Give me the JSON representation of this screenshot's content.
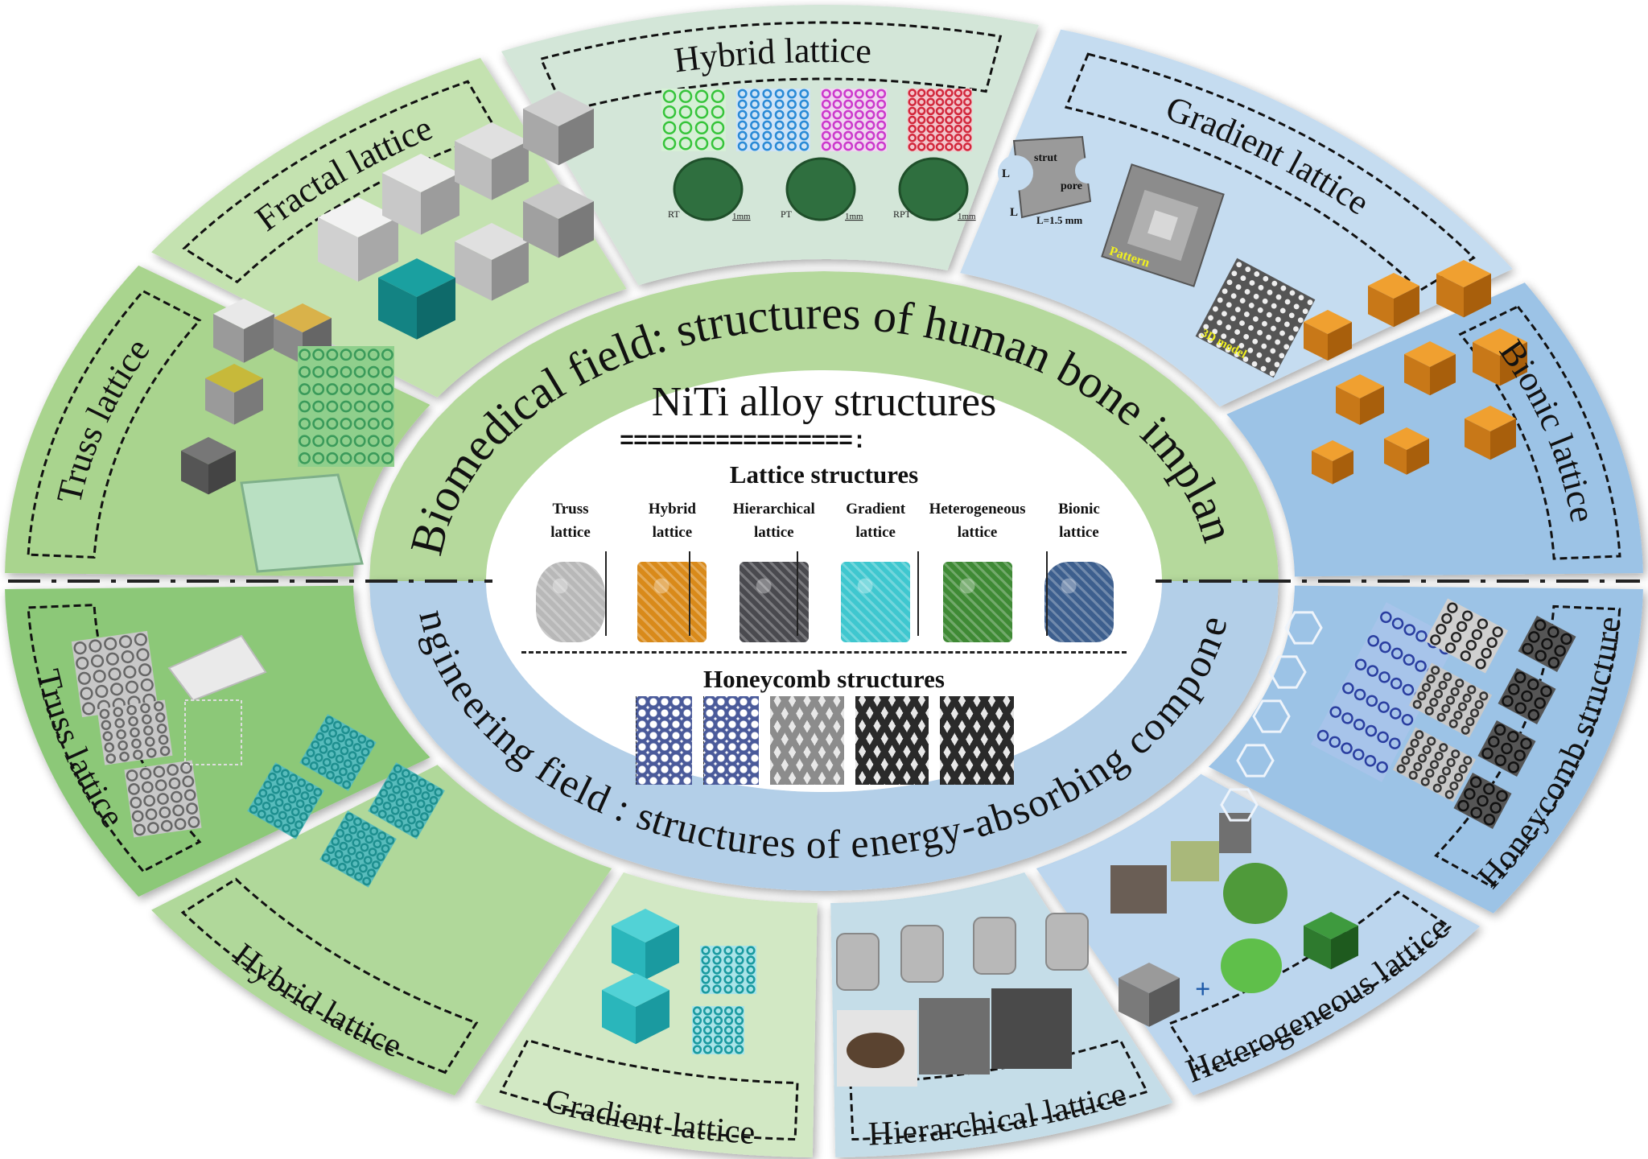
{
  "center": {
    "title": "NiTi alloy structures",
    "double_rule": "=================:",
    "lattice_heading": "Lattice structures",
    "lattice_types": [
      {
        "line1": "Truss",
        "line2": "lattice",
        "color": "#b8b8b8"
      },
      {
        "line1": "Hybrid",
        "line2": "lattice",
        "color": "#d98a1a"
      },
      {
        "line1": "Hierarchical",
        "line2": "lattice",
        "color": "#4a4a4f"
      },
      {
        "line1": "Gradient",
        "line2": "lattice",
        "color": "#3fc7cf"
      },
      {
        "line1": "Heterogeneous",
        "line2": "lattice",
        "color": "#3f8a35"
      },
      {
        "line1": "Bionic",
        "line2": "lattice",
        "color": "#3d5f8e"
      }
    ],
    "honeycomb_heading": "Honeycomb structures",
    "honeycomb_thumbs": [
      {
        "kind": "hex-column",
        "color": "#4a5a9a"
      },
      {
        "kind": "hex-column",
        "color": "#4a5a9a"
      },
      {
        "kind": "re-entrant",
        "color": "#8c8c8c"
      },
      {
        "kind": "re-entrant",
        "color": "#2a2a2a"
      },
      {
        "kind": "re-entrant",
        "color": "#2a2a2a"
      }
    ]
  },
  "bands": {
    "biomedical": {
      "label": "Biomedical field:  structures of human bone implant",
      "color": "#b5d99c"
    },
    "engineering": {
      "label": "Engineering field :  structures of energy-absorbing component",
      "color": "#b3cfe8"
    }
  },
  "outer_panels_top": [
    {
      "label": "Truss lattice",
      "color": "#a9d48e"
    },
    {
      "label": "Fractal lattice",
      "color": "#c4e2b0"
    },
    {
      "label": "Hybrid lattice",
      "color": "#d3e6d8"
    },
    {
      "label": "Gradient lattice",
      "color": "#c5dcf0"
    },
    {
      "label": "Bionic lattice",
      "color": "#9cc3e6"
    }
  ],
  "outer_panels_bottom": [
    {
      "label": "Truss lattice",
      "color": "#8cc878"
    },
    {
      "label": "Hybrid lattice",
      "color": "#b0d89a"
    },
    {
      "label": "Gradient lattice",
      "color": "#d2e8c4"
    },
    {
      "label": "Hierarchical lattice",
      "color": "#c5dde8"
    },
    {
      "label": "Heterogeneous lattice",
      "color": "#bcd6ee"
    },
    {
      "label": "Honeycomb structure",
      "color": "#9cc3e6"
    }
  ],
  "panel_details": {
    "gradient_top": {
      "dim_label": "L=1.5 mm",
      "strut": "strut",
      "pore": "pore",
      "L": "L",
      "pattern": "Pattern",
      "model": "3D model"
    },
    "hybrid_top": {
      "captions": [
        "RT",
        "PT",
        "RPT"
      ],
      "scale": "1mm"
    }
  },
  "divider": {
    "style": "dash-dot",
    "color": "#222222"
  }
}
